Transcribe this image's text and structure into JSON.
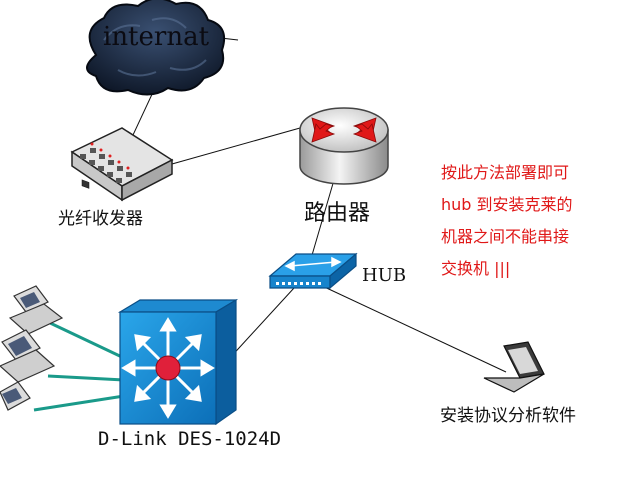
{
  "labels": {
    "internet": "internat",
    "transceiver": "光纤收发器",
    "router": "路由器",
    "hub": "HUB",
    "switch": "D-Link DES-1024D",
    "laptop": "安装协议分析软件"
  },
  "note": {
    "lines": [
      "按此方法部署即可",
      "hub 到安装克莱的",
      "机器之间不能串接",
      "交换机 |||"
    ],
    "color": "#e01818"
  },
  "colors": {
    "cloud": "#1a2740",
    "switch_blue": "#1a8fd6",
    "switch_center": "#e0203a",
    "hub_blue": "#1e90dc",
    "router_arrows": "#e01818",
    "pc_links": "#1a9a8a"
  }
}
